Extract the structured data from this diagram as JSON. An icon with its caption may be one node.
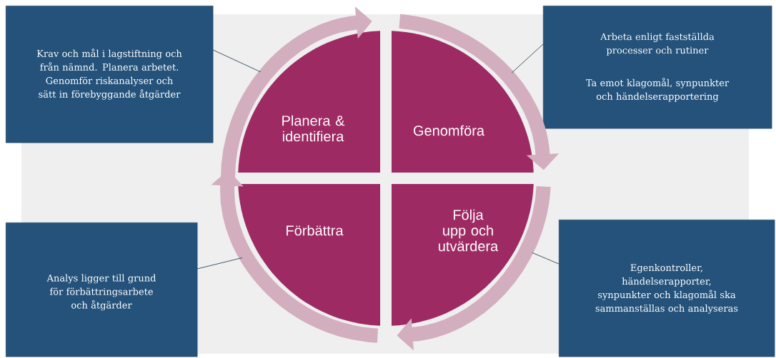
{
  "diagram": {
    "nodes": [
      {
        "text": [
          "Planera & identifiera"
        ]
      },
      {
        "text": [
          "Genomföra"
        ]
      },
      {
        "text": [
          "Följa upp och utvärdera"
        ]
      },
      {
        "text": [
          "Förbättra"
        ]
      },
      {
        "text": [
          "Krav och mål i lagstiftning och från nämnd. Planera arbetet. Genomför riskanalyser och sätt in förebyggande åtgärder"
        ]
      },
      {
        "text": [
          "Arbeta enligt fastställda processer och rutiner",
          "Ta emot klagomål, synpunkter och händelserapportering"
        ]
      },
      {
        "text": [
          "Analys ligger till grund för förbättringsarbete och åtgärder"
        ]
      },
      {
        "text": [
          "Egenkontroller, händelserapporter, synpunkter och klagomål ska sammanställas och analyseras"
        ]
      }
    ],
    "edges": [
      {
        "from": 4,
        "to": 0,
        "arrow": "none"
      },
      {
        "from": 5,
        "to": 1,
        "arrow": "none"
      },
      {
        "from": 6,
        "to": 3,
        "arrow": "none"
      },
      {
        "from": 7,
        "to": 2,
        "arrow": "none"
      }
    ]
  }
}
